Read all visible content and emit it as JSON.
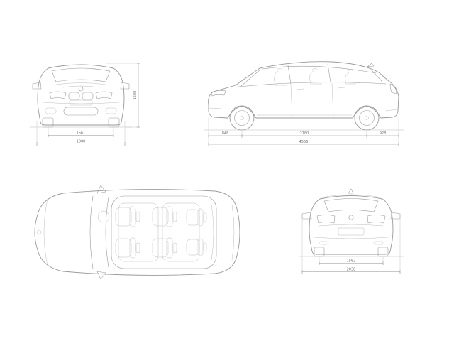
{
  "colors": {
    "line": "#9a9a9a",
    "line-thin": "#bdbdbd",
    "dim": "#8f8f8f",
    "dim-text": "#6f6f6f",
    "background": "#ffffff"
  },
  "dimensions": {
    "front": {
      "track": "1561",
      "overall_width": "1800",
      "height": "1608"
    },
    "side": {
      "front_overhang": "848",
      "wheelbase": "2780",
      "rear_overhang": "928",
      "overall_length": "4556"
    },
    "rear": {
      "track": "1562",
      "width_incl_mirrors": "2038"
    }
  }
}
